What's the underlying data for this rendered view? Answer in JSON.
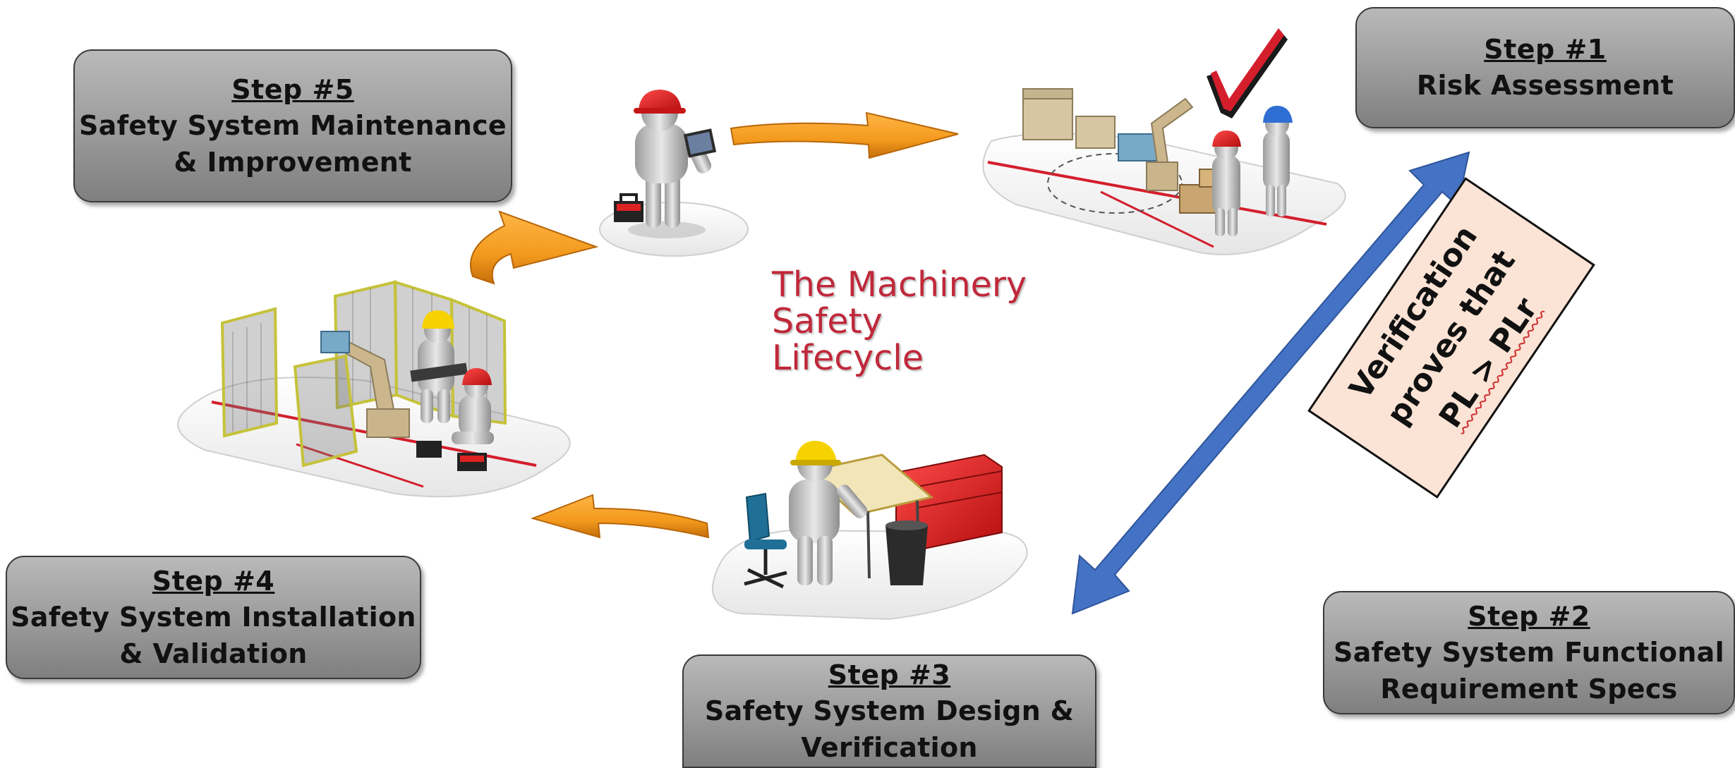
{
  "title": "The Machinery\nSafety\nLifecycle",
  "steps": [
    {
      "id": "step1",
      "number": "Step #1",
      "description": "Risk Assessment"
    },
    {
      "id": "step2",
      "number": "Step #2",
      "description": "Safety System Functional\nRequirement Specs"
    },
    {
      "id": "step3",
      "number": "Step #3",
      "description": "Safety System Design &\nVerification"
    },
    {
      "id": "step4",
      "number": "Step #4",
      "description": "Safety System Installation\n& Validation"
    },
    {
      "id": "step5",
      "number": "Step #5",
      "description": "Safety System Maintenance\n& Improvement"
    }
  ],
  "verification": {
    "line1": "Verification",
    "line2": "proves that",
    "line3": "PL > PLr"
  },
  "colors": {
    "title": "#c0283a",
    "box_fill": "#9a9a9a",
    "arrow_orange": "#f39a1d",
    "arrow_blue": "#4472c4",
    "verification_fill": "#fbe3d5",
    "checkmark": "#d41e2c"
  },
  "icons": [
    "checkmark-icon",
    "worker-laptop-icon",
    "risk-assessment-scene-icon",
    "design-desk-scene-icon",
    "installation-cell-scene-icon"
  ]
}
